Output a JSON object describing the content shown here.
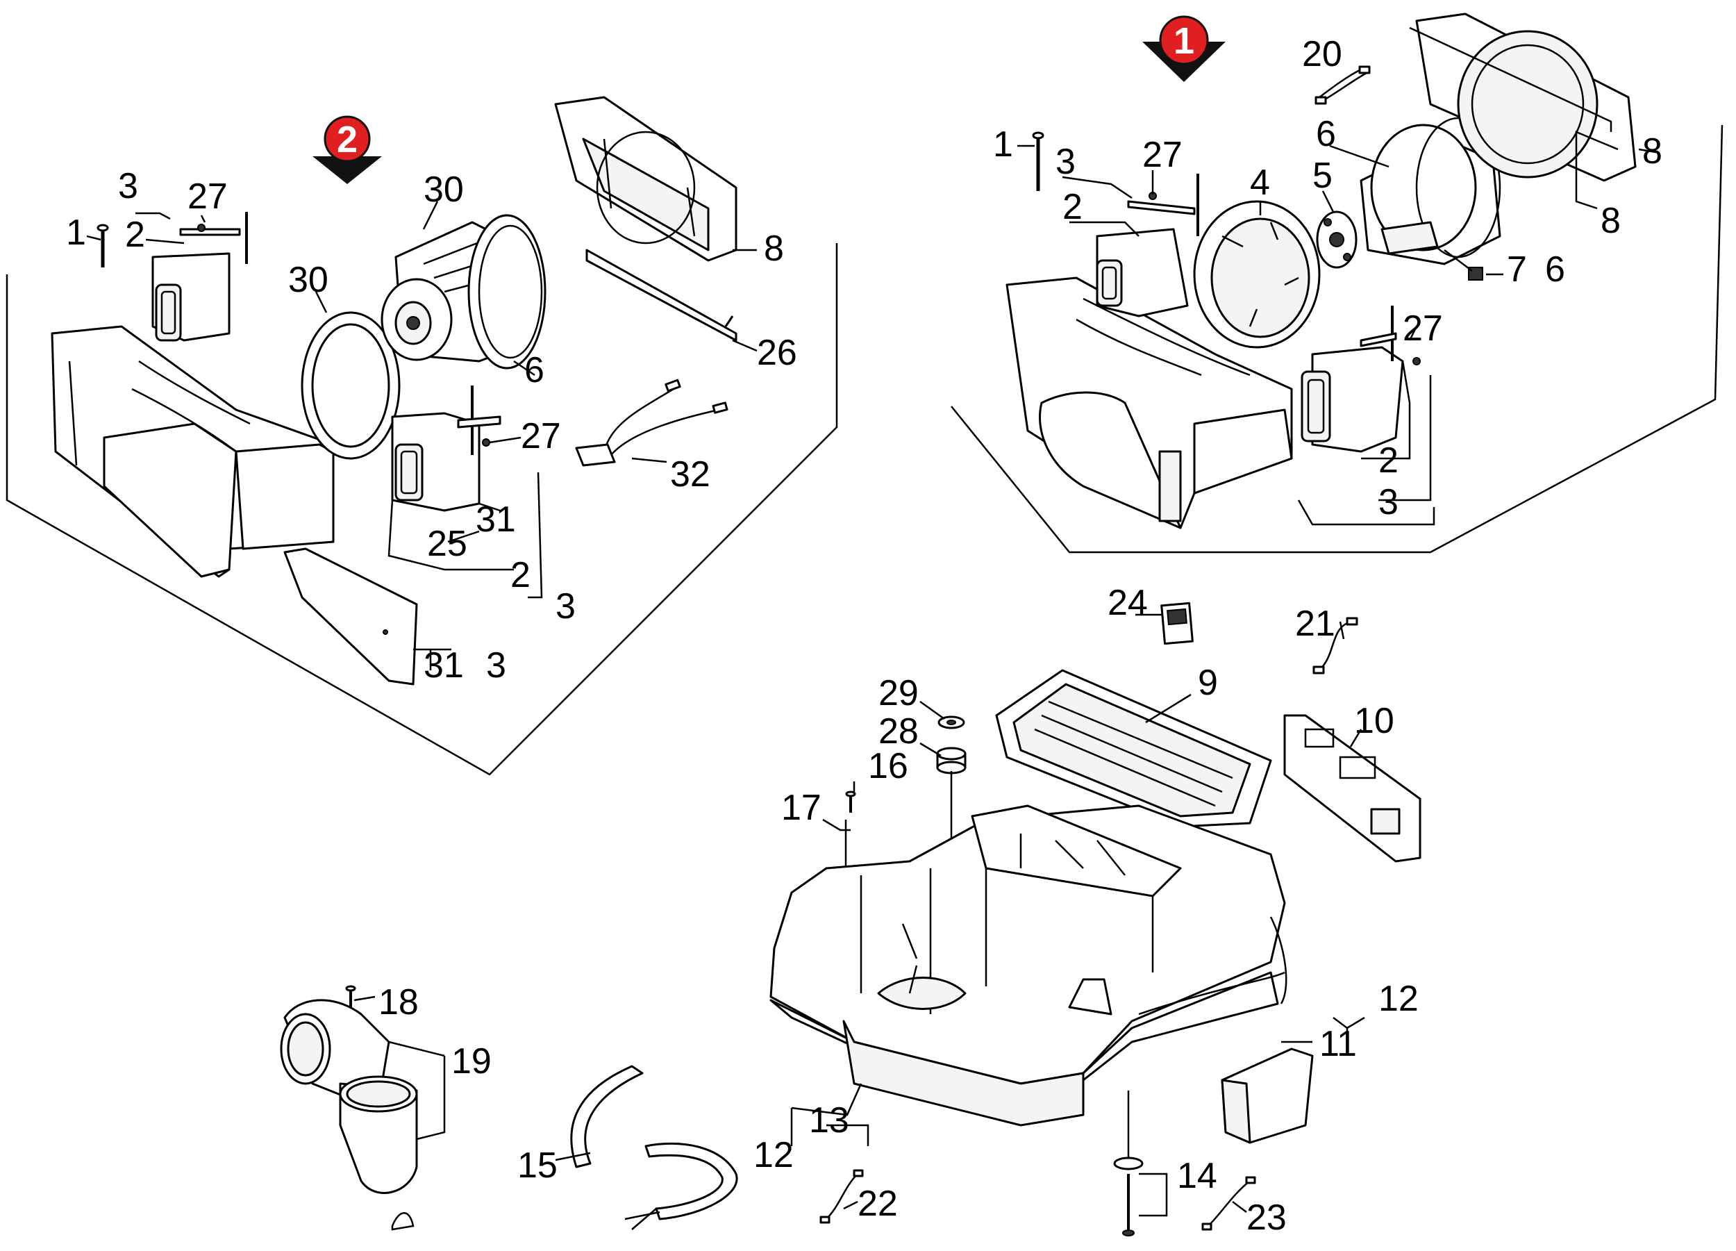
{
  "badges": [
    {
      "id": "badge-2",
      "text": "2",
      "color": "#e02020"
    },
    {
      "id": "badge-1",
      "text": "1",
      "color": "#e02020"
    }
  ],
  "labels_group2": {
    "l1": "1",
    "l2": "2",
    "l3": "3",
    "l27": "27",
    "l30a": "30",
    "l30b": "30",
    "l6": "6",
    "l8": "8",
    "l26": "26",
    "l27b": "27",
    "l32": "32",
    "l31a": "31",
    "l25": "25",
    "l2b": "2",
    "l3b": "3",
    "l31b": "31",
    "l3c": "3"
  },
  "labels_group1": {
    "l20": "20",
    "l1": "1",
    "l3": "3",
    "l27": "27",
    "l6": "6",
    "l8a": "8",
    "l4": "4",
    "l5": "5",
    "l2": "2",
    "l8b": "8",
    "l7": "7",
    "l6b": "6",
    "l27b": "27",
    "l2b": "2",
    "l3b": "3"
  },
  "labels_base": {
    "l24": "24",
    "l21": "21",
    "l9": "9",
    "l29": "29",
    "l10": "10",
    "l28": "28",
    "l16": "16",
    "l17": "17",
    "l18": "18",
    "l19": "19",
    "l12a": "12",
    "l11": "11",
    "l15": "15",
    "l13": "13",
    "l12b": "12",
    "l14": "14",
    "l22": "22",
    "l23": "23"
  }
}
